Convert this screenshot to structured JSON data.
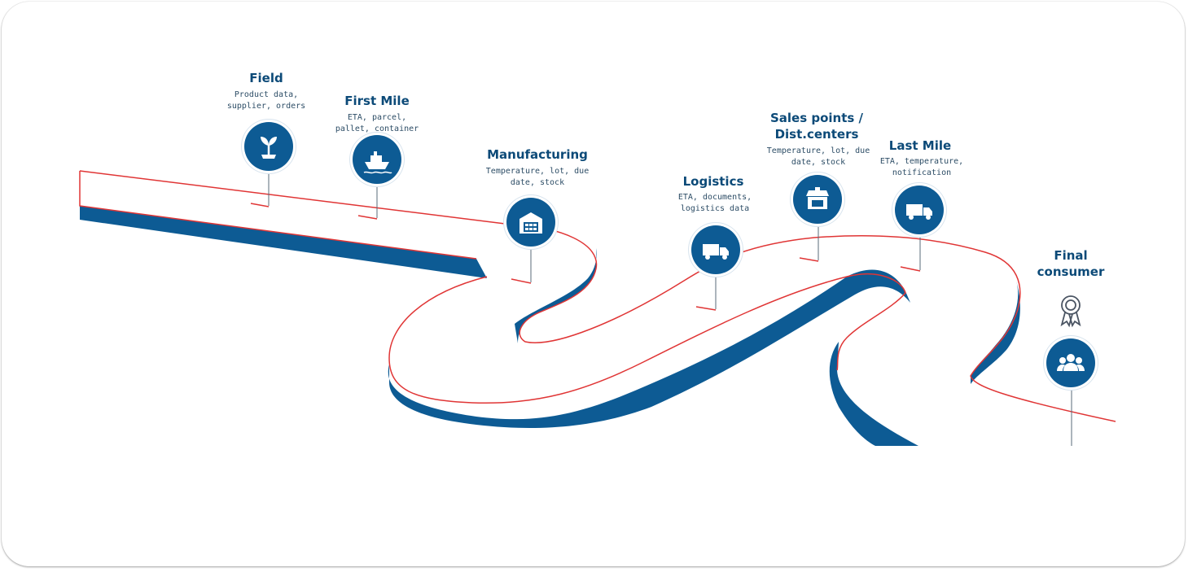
{
  "diagram": {
    "colors": {
      "road": "#0d5b94",
      "edge": "#e03535",
      "pin": "#0d5b94",
      "title": "#0c4a78"
    },
    "stages": [
      {
        "key": "field",
        "title": "Field",
        "desc": "Product data, supplier, orders",
        "icon": "sprout-icon"
      },
      {
        "key": "first-mile",
        "title": "First Mile",
        "desc": "ETA, parcel, pallet, container",
        "icon": "ship-icon"
      },
      {
        "key": "manufacturing",
        "title": "Manufacturing",
        "desc": "Temperature, lot, due date, stock",
        "icon": "factory-icon"
      },
      {
        "key": "logistics",
        "title": "Logistics",
        "desc": "ETA, documents, logistics data",
        "icon": "truck-icon"
      },
      {
        "key": "sales-points",
        "title": "Sales points / Dist.centers",
        "desc": "Temperature, lot, due date, stock",
        "icon": "store-icon"
      },
      {
        "key": "last-mile",
        "title": "Last Mile",
        "desc": "ETA, temperature, notification",
        "icon": "delivery-truck-icon"
      },
      {
        "key": "final-consumer",
        "title": "Final consumer",
        "desc": "",
        "icon": "people-icon"
      }
    ],
    "award_icon": "award-ribbon-icon"
  }
}
